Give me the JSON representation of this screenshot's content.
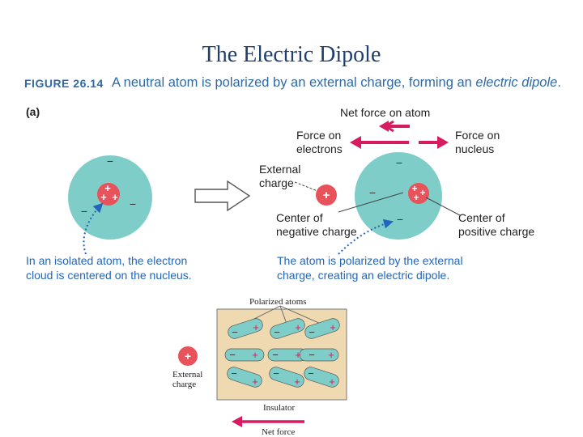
{
  "title": "The Electric Dipole",
  "figure": {
    "number": "FIGURE 26.14",
    "caption_main": "A neutral atom is polarized by an external charge, forming an ",
    "caption_italic": "electric dipole",
    "caption_end": ".",
    "part_label": "(a)"
  },
  "labels": {
    "net_force_on_atom": "Net force on atom",
    "force_on_electrons_1": "Force on",
    "force_on_electrons_2": "electrons",
    "force_on_nucleus_1": "Force on",
    "force_on_nucleus_2": "nucleus",
    "external_charge_1": "External",
    "external_charge_2": "charge",
    "center_negative_1": "Center of",
    "center_negative_2": "negative charge",
    "center_positive_1": "Center of",
    "center_positive_2": "positive charge",
    "isolated_caption_1": "In an isolated atom, the electron",
    "isolated_caption_2": "cloud is centered on the nucleus.",
    "polarized_caption_1": "The atom is polarized by the external",
    "polarized_caption_2": "charge, creating an electric dipole."
  },
  "lower": {
    "polarized_atoms": "Polarized atoms",
    "external_1": "External",
    "external_2": "charge",
    "insulator": "Insulator",
    "net_force": "Net force"
  },
  "symbols": {
    "plus": "+",
    "minus": "−"
  },
  "colors": {
    "title": "#1f3f6e",
    "caption": "#2e6aa6",
    "atom_cloud": "#7ecdc8",
    "charge": "#e8525a",
    "arrow": "#d81b60",
    "insulator": "#efd9b0"
  }
}
